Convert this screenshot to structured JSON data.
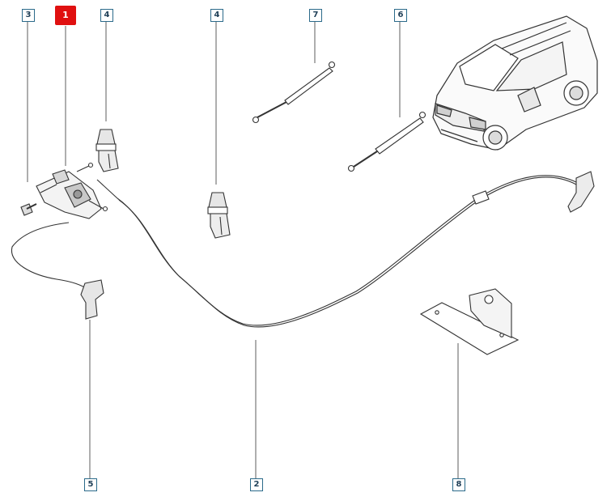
{
  "diagram": {
    "colors": {
      "active_callout": "#e01010",
      "callout_border": "#2b6a8a",
      "leader": "#5d5d5d",
      "parts": "#404040"
    },
    "callouts": [
      {
        "id": "c3",
        "label": "3",
        "active": false
      },
      {
        "id": "c1",
        "label": "1",
        "active": true
      },
      {
        "id": "c4a",
        "label": "4",
        "active": false
      },
      {
        "id": "c4b",
        "label": "4",
        "active": false
      },
      {
        "id": "c7",
        "label": "7",
        "active": false
      },
      {
        "id": "c6",
        "label": "6",
        "active": false
      },
      {
        "id": "c5",
        "label": "5",
        "active": false
      },
      {
        "id": "c2",
        "label": "2",
        "active": false
      },
      {
        "id": "c8",
        "label": "8",
        "active": false
      }
    ]
  }
}
